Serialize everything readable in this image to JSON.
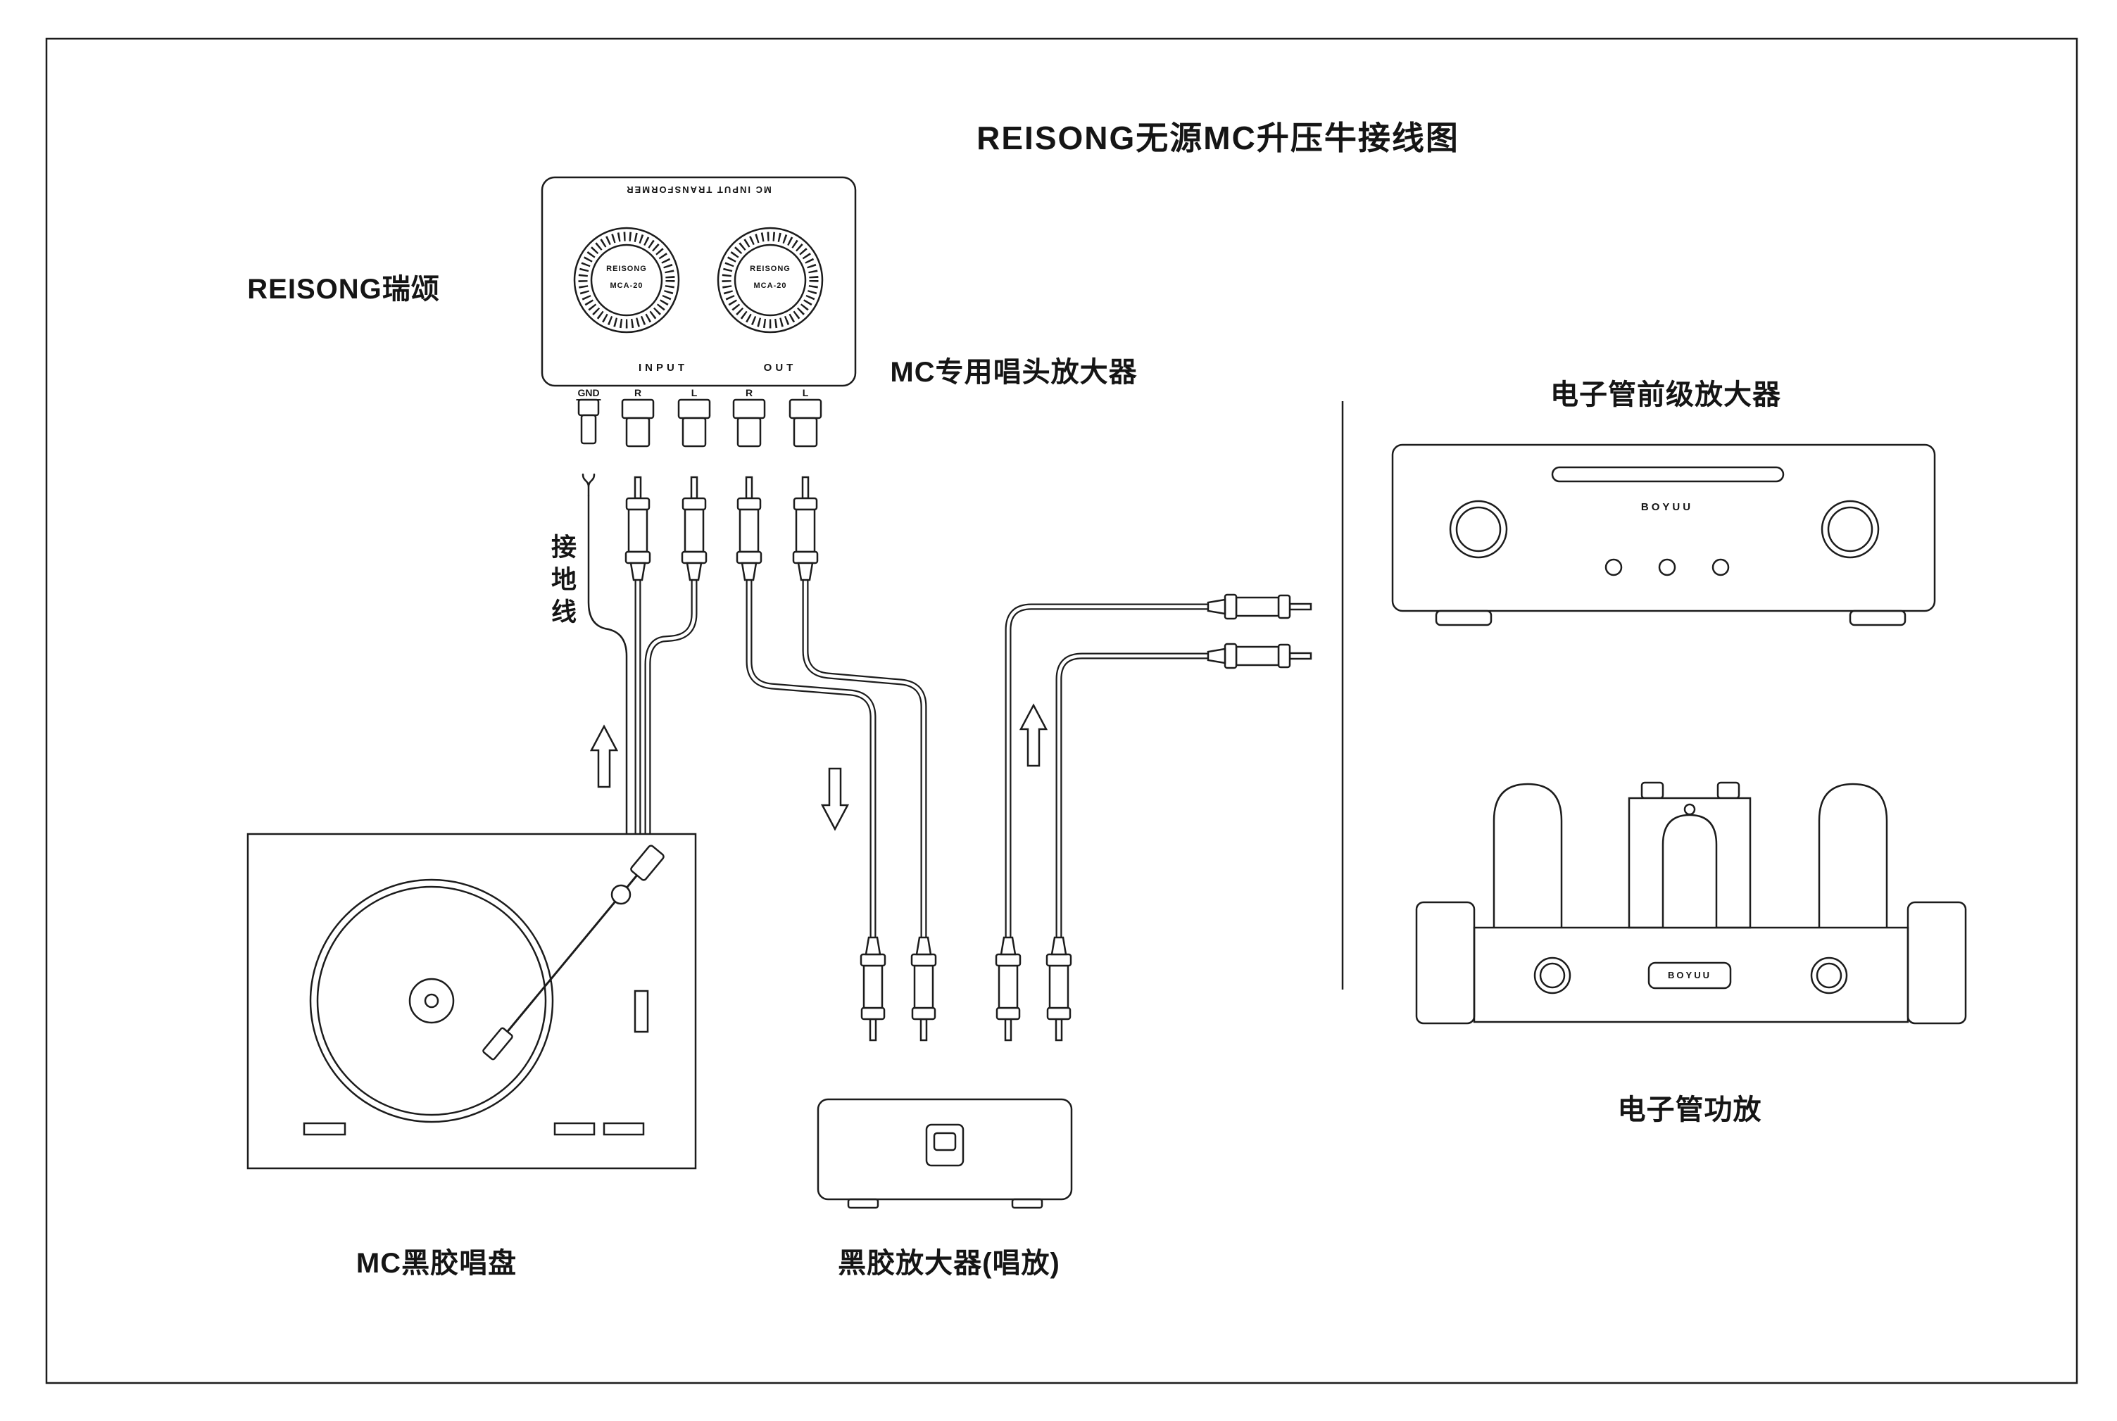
{
  "title": "REISONG无源MC升压牛接线图",
  "labels": {
    "brand": "REISONG瑞颂",
    "transformer": "MC专用唱头放大器",
    "ground_wire": "接地线",
    "turntable": "MC黑胶唱盘",
    "phono_amp": "黑胶放大器(唱放)",
    "preamp": "电子管前级放大器",
    "power_amp": "电子管功放"
  },
  "transformer": {
    "top_text": "MC INPUT TRANSFORMER",
    "input_label": "INPUT",
    "out_label": "OUT",
    "terminals": [
      "GND",
      "R",
      "L",
      "R",
      "L"
    ],
    "dial_brand": "REISONG",
    "dial_model": "MCA-20"
  },
  "preamp": {
    "brand": "BOYUU"
  },
  "power_amp": {
    "brand": "BOYUU"
  },
  "colors": {
    "line": "#1c1c1c",
    "background": "#ffffff"
  }
}
